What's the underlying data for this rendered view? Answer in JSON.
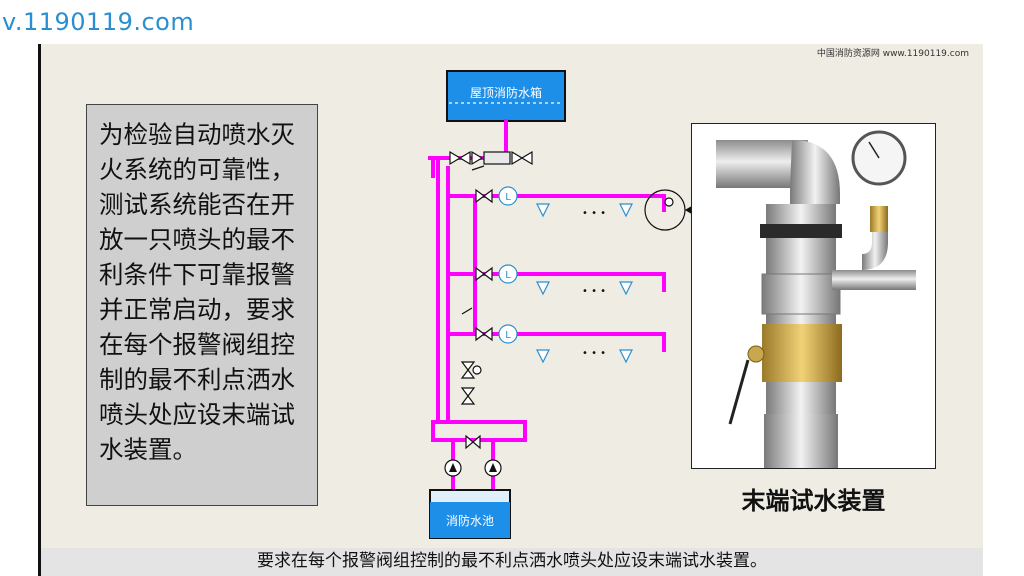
{
  "watermark_url": "v.1190119.com",
  "source_label": "中国消防资源网 www.1190119.com",
  "description": "为检验自动喷水灭火系统的可靠性，测试系统能否在开放一只喷头的最不利条件下可靠报警并正常启动，要求在每个报警阀组控制的最不利点洒水喷头处应设末端试水装置。",
  "diagram": {
    "roof_tank_label": "屋顶消防水箱",
    "pool_label": "消防水池",
    "flow_indicator_glyph": "L",
    "sprinkler_dots": "• • •"
  },
  "photo_caption": "末端试水装置",
  "bottom_caption": "要求在每个报警阀组控制的最不利点洒水喷头处应设末端试水装置。",
  "colors": {
    "pipe": "#ff00ff",
    "tank_fill": "#1e8fe8",
    "url_blue": "#2a8fd0"
  }
}
